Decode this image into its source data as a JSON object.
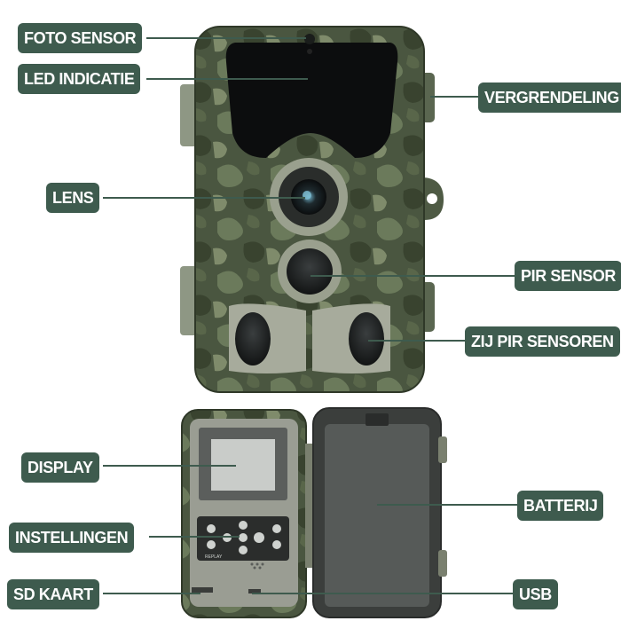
{
  "colors": {
    "label_bg": "#3e5b4e",
    "label_text": "#ffffff",
    "camo_dark": "#3f4a36",
    "camo_mid": "#5d6b4f",
    "camo_light": "#8a9579"
  },
  "labels": {
    "foto_sensor": "FOTO SENSOR",
    "led_indicatie": "LED INDICATIE",
    "lens": "LENS",
    "vergrendeling": "VERGRENDELING",
    "pir_sensor": "PIR SENSOR",
    "zij_pir_sensoren": "ZIJ PIR SENSOREN",
    "display": "DISPLAY",
    "instellingen": "INSTELLINGEN",
    "sd_kaart": "SD KAART",
    "batterij": "BATTERIJ",
    "usb": "USB"
  },
  "keypad": {
    "replay": "REPLAY"
  },
  "icons": {
    "camera_front": "trail-camera-front",
    "camera_open": "trail-camera-open-panel"
  }
}
